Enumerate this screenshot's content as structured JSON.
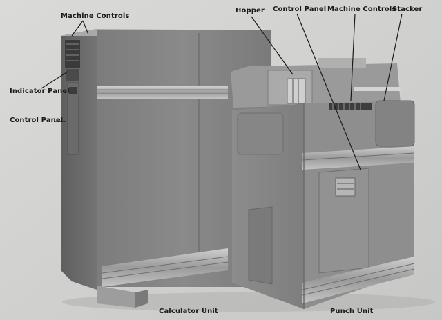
{
  "labels": {
    "machine_controls_left": "Machine Controls",
    "indicator_panel": "Indicator Panel",
    "control_panel_left": "Control Panel",
    "hopper": "Hopper",
    "control_panel_right": "Control Panel",
    "machine_controls_right": "Machine Controls",
    "stacker": "Stacker",
    "calculator_unit": "Calculator Unit",
    "punch_unit": "Punch Unit"
  }
}
